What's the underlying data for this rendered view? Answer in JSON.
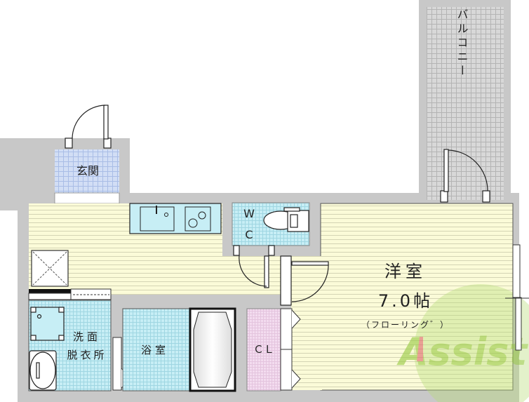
{
  "floorplan": {
    "rooms": {
      "entrance": "玄関",
      "washroom_line1": "洗面",
      "washroom_line2": "脱衣所",
      "bathroom": "浴室",
      "closet": "ＣＬ",
      "toilet_w": "W",
      "toilet_c": "C",
      "western_room": "洋室",
      "western_room_size": "7.0帖",
      "western_room_floor": "（フローリング゛）",
      "balcony": "バルコニー"
    },
    "watermark": "Assist",
    "colors": {
      "wall": "#c8c8c8",
      "floor": "#fbfbd8",
      "tile_blue": "#bde8f2",
      "tile_entrance": "#c4d4f0",
      "closet": "#f3dcef",
      "balcony_tile": "#d0d0d0",
      "watermark_green": "#9ccc4a",
      "watermark_red": "#e07070"
    }
  }
}
